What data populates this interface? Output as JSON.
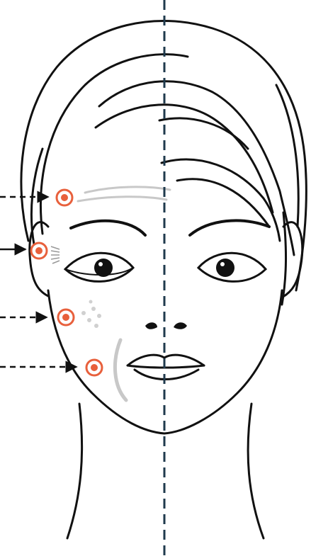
{
  "colors": {
    "background": "#ffffff",
    "line": "#111111",
    "midline": "#1f3a4d",
    "marker": "#e8603c",
    "wrinkle": "#c8c8c8",
    "arrow": "#111111"
  },
  "icons": {
    "marker": "target-dot-icon",
    "arrow": "dashed-arrow-icon"
  },
  "markers": [
    {
      "id": "forehead"
    },
    {
      "id": "temple"
    },
    {
      "id": "cheek"
    },
    {
      "id": "jaw"
    }
  ]
}
